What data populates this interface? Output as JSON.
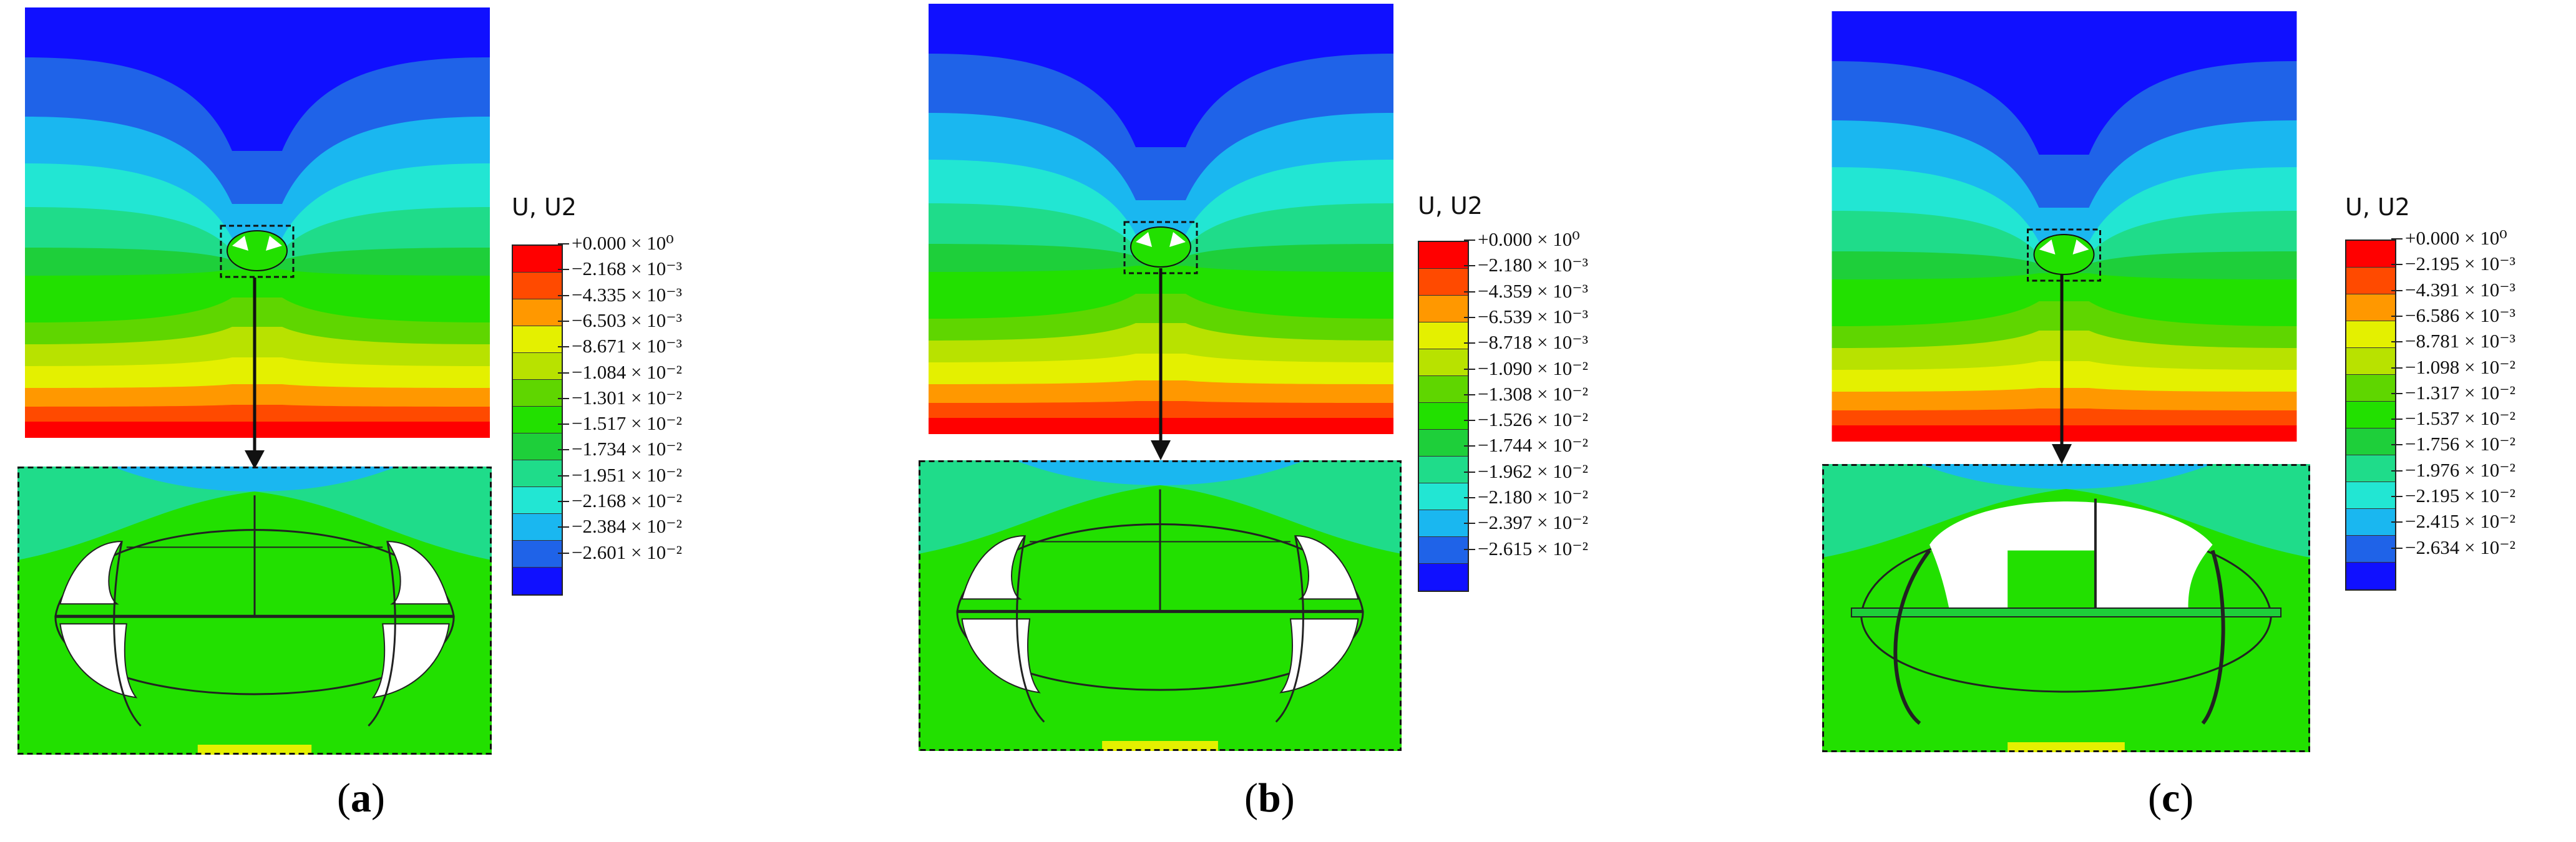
{
  "panels": [
    {
      "id": "a",
      "caption_open": "(",
      "caption_letter": "a",
      "caption_close": ")",
      "legend_title": "U, U2",
      "legend_labels": [
        "+0.000 × 10⁰",
        "−2.168 × 10⁻³",
        "−4.335 × 10⁻³",
        "−6.503 × 10⁻³",
        "−8.671 × 10⁻³",
        "−1.084 × 10⁻²",
        "−1.301 × 10⁻²",
        "−1.517 × 10⁻²",
        "−1.734 × 10⁻²",
        "−1.951 × 10⁻²",
        "−2.168 × 10⁻²",
        "−2.384 × 10⁻²",
        "−2.601 × 10⁻²"
      ]
    },
    {
      "id": "b",
      "caption_open": "(",
      "caption_letter": "b",
      "caption_close": ")",
      "legend_title": "U, U2",
      "legend_labels": [
        "+0.000 × 10⁰",
        "−2.180 × 10⁻³",
        "−4.359 × 10⁻³",
        "−6.539 × 10⁻³",
        "−8.718 × 10⁻³",
        "−1.090 × 10⁻²",
        "−1.308 × 10⁻²",
        "−1.526 × 10⁻²",
        "−1.744 × 10⁻²",
        "−1.962 × 10⁻²",
        "−2.180 × 10⁻²",
        "−2.397 × 10⁻²",
        "−2.615 × 10⁻²"
      ]
    },
    {
      "id": "c",
      "caption_open": "(",
      "caption_letter": "c",
      "caption_close": ")",
      "legend_title": "U, U2",
      "legend_labels": [
        "+0.000 × 10⁰",
        "−2.195 × 10⁻³",
        "−4.391 × 10⁻³",
        "−6.586 × 10⁻³",
        "−8.781 × 10⁻³",
        "−1.098 × 10⁻²",
        "−1.317 × 10⁻²",
        "−1.537 × 10⁻²",
        "−1.756 × 10⁻²",
        "−1.976 × 10⁻²",
        "−2.195 × 10⁻²",
        "−2.415 × 10⁻²",
        "−2.634 × 10⁻²"
      ]
    }
  ],
  "colors": {
    "contour_scale": [
      "#ff0000",
      "#ff4a00",
      "#ff9800",
      "#e4f000",
      "#b8e200",
      "#5fd600",
      "#22e000",
      "#1ecf3a",
      "#1fdc8a",
      "#22e6d3",
      "#1ab7f0",
      "#1f63e8",
      "#1010ff"
    ],
    "tunnel_void": "#ffffff",
    "outline": "#222222"
  }
}
